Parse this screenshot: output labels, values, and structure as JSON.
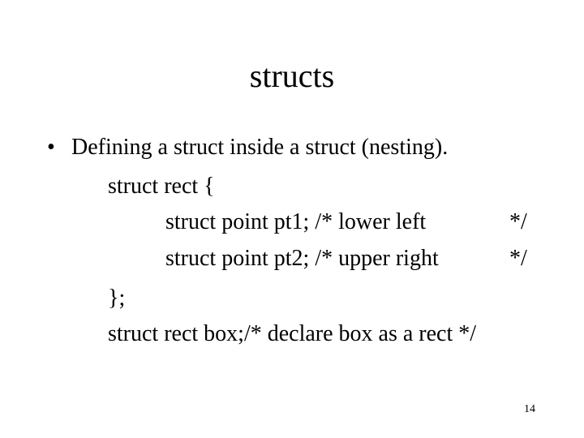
{
  "slide": {
    "title": "structs",
    "bullet_symbol": "•",
    "bullet_text": "Defining a struct inside a struct (nesting).",
    "code": {
      "open_line": "struct rect {",
      "pt1_decl": "struct point pt1; /* lower left",
      "pt1_comment_end": "*/",
      "pt2_decl": "struct point pt2; /* upper right",
      "pt2_comment_end": "*/",
      "close_line": "};",
      "box_line": "struct rect box;/* declare box as a rect */"
    },
    "page_number": "14"
  }
}
